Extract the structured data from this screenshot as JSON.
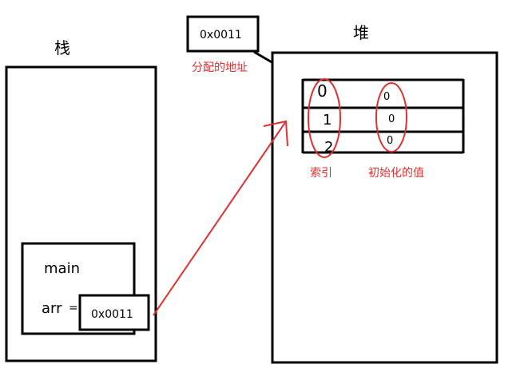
{
  "stack": {
    "title": "栈",
    "frame_label": "main",
    "var_name": "arr",
    "equals": "=",
    "var_value": "0x0011"
  },
  "heap": {
    "title": "堆",
    "array": {
      "indices": [
        "0",
        "1",
        "2"
      ],
      "values": [
        "0",
        "0",
        "0"
      ]
    }
  },
  "address_box": {
    "value": "0x0011",
    "caption": "分配的地址"
  },
  "annotations": {
    "index_label": "索引",
    "init_value_label": "初始化的值"
  },
  "colors": {
    "stroke": "#000000",
    "accent_red": "#e03030",
    "background": "#ffffff"
  }
}
